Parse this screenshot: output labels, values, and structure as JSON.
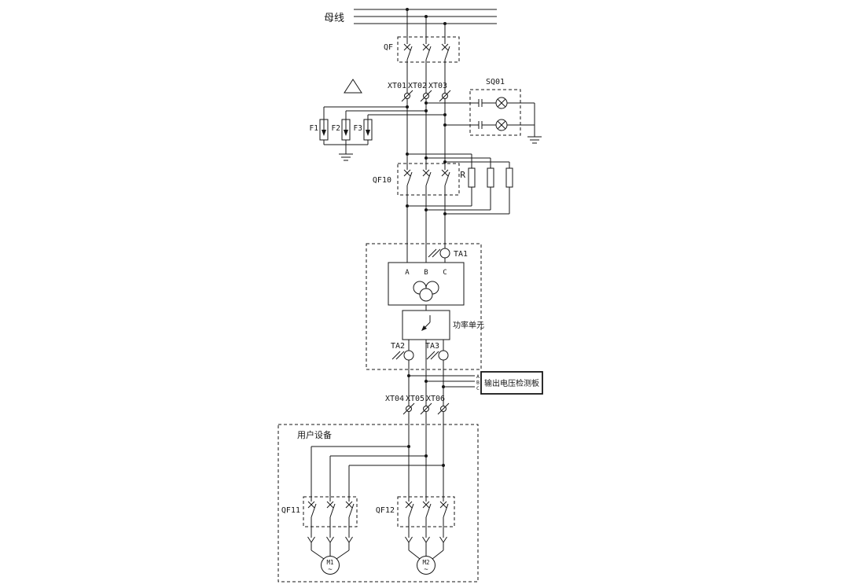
{
  "diagram": {
    "labels": {
      "busbar": "母线",
      "qf": "QF",
      "xt01": "XT01",
      "xt02": "XT02",
      "xt03": "XT03",
      "sq01": "SQ01",
      "f1": "F1",
      "f2": "F2",
      "f3": "F3",
      "qf10": "QF10",
      "r": "R",
      "ta1": "TA1",
      "phase_a": "A",
      "phase_b": "B",
      "phase_c": "C",
      "power_unit": "功率单元",
      "ta2": "TA2",
      "ta3": "TA3",
      "board": "输出电压检测板",
      "board_a": "A",
      "board_b": "B",
      "board_c": "C",
      "xt04": "XT04",
      "xt05": "XT05",
      "xt06": "XT06",
      "user_equipment": "用户设备",
      "qf11": "QF11",
      "qf12": "QF12",
      "m1": "M1",
      "m2": "M2",
      "ac": "~"
    }
  }
}
